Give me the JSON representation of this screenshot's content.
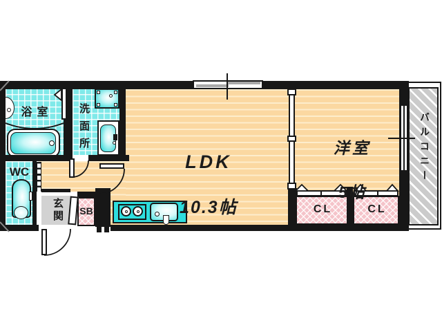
{
  "rooms": {
    "bath": {
      "label": "浴室"
    },
    "washroom": {
      "label": "洗面所"
    },
    "wc": {
      "label": "WC"
    },
    "entrance": {
      "label": "玄関"
    },
    "shoe_box": {
      "label": "SB"
    },
    "ldk": {
      "label": "LDK",
      "size": "10.3帖"
    },
    "western": {
      "label": "洋室",
      "size": "5帖"
    },
    "closet1": {
      "label": "CL"
    },
    "closet2": {
      "label": "CL"
    },
    "balcony": {
      "label": "バルコニー"
    }
  },
  "colors": {
    "wall": "#171717",
    "tile_floor": "#7fe9e9",
    "wood_floor": "#fbd8a1",
    "wood_line": "#fdedcc",
    "closet_pink": "#f5c4ca",
    "entrance_gray": "#d2d2d2",
    "balcony_gray": "#cbcbcb",
    "fixture_cyan": "#25d5d5",
    "counter_cyan": "#2edede",
    "text": "#1c1c1c"
  }
}
